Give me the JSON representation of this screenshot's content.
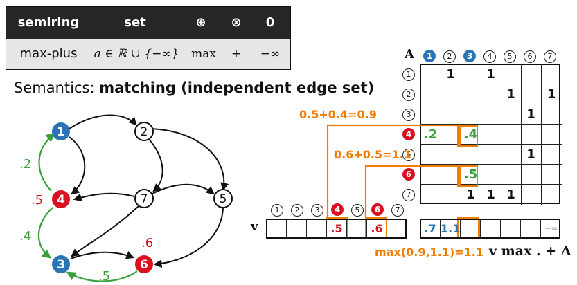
{
  "table": {
    "headers": [
      "semiring",
      "set",
      "⊕",
      "⊗",
      "0"
    ],
    "row": [
      "max-plus",
      "a ∈ ℝ ∪ {−∞}",
      "max",
      "+",
      "−∞"
    ]
  },
  "semantics": {
    "prefix": "Semantics: ",
    "bold": "matching (independent edge set)"
  },
  "graph": {
    "nodes": [
      "1",
      "2",
      "3",
      "4",
      "5",
      "6",
      "7"
    ],
    "edge_labels": {
      "e14": ".2",
      "e43": ".4",
      "e63": ".5",
      "e6": ".6",
      "n4": ".5"
    }
  },
  "matrix": {
    "label": "A",
    "col_headers": [
      "1",
      "2",
      "3",
      "4",
      "5",
      "6",
      "7"
    ],
    "row_headers": [
      "1",
      "2",
      "3",
      "4",
      "5",
      "6",
      "7"
    ],
    "cells": [
      [
        "",
        "1",
        "",
        "1",
        "",
        "",
        ""
      ],
      [
        "",
        "",
        "",
        "",
        "1",
        "",
        "1"
      ],
      [
        "",
        "",
        "",
        "",
        "",
        "1",
        ""
      ],
      [
        ".2",
        "",
        ".4",
        "",
        "",
        "",
        ""
      ],
      [
        "",
        "",
        "",
        "",
        "",
        "1",
        ""
      ],
      [
        "",
        "",
        ".5",
        "",
        "",
        "",
        ""
      ],
      [
        "",
        "",
        "1",
        "1",
        "1",
        "",
        ""
      ]
    ]
  },
  "annotations": {
    "sum1": "0.5+0.4=0.9",
    "sum2": "0.6+0.5=1.1",
    "max": "max(0.9,1.1)=1.1",
    "result_label": "v max . + A"
  },
  "vector": {
    "label": "v",
    "headers": [
      "1",
      "2",
      "3",
      "4",
      "5",
      "6",
      "7"
    ],
    "values": [
      "",
      "",
      "",
      ".5",
      "",
      ".6",
      ""
    ]
  },
  "result": {
    "values": [
      ".7",
      "1.1",
      "",
      "",
      "",
      "",
      "−∞"
    ]
  },
  "colors": {
    "orange": "#f07d00",
    "green": "#3aa03a",
    "blue": "#2a74b5",
    "red": "#d9101f",
    "dark": "#262626"
  }
}
